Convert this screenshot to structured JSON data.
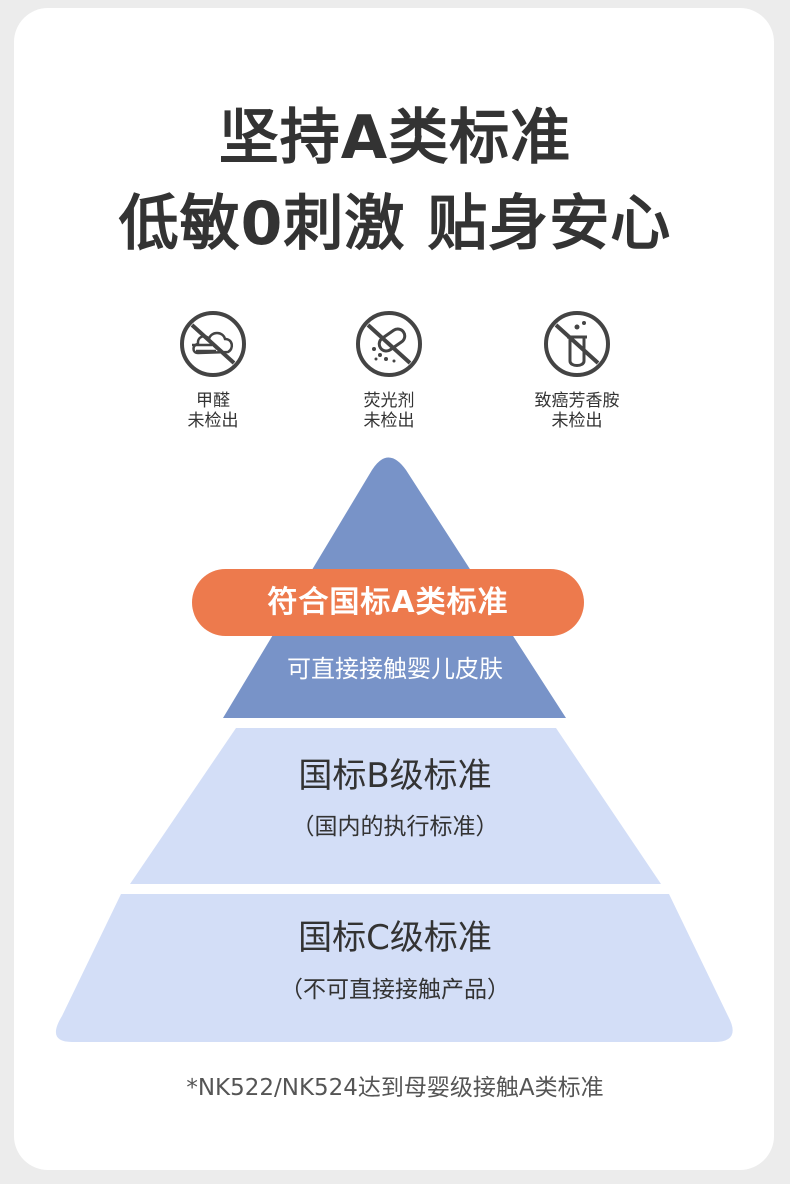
{
  "headline": {
    "line1": "坚持A类标准",
    "line2": "低敏0刺激 贴身安心"
  },
  "icons": [
    {
      "name": "no-formaldehyde-icon",
      "line1": "甲醛",
      "line2": "未检出"
    },
    {
      "name": "no-fluorescent-agent-icon",
      "line1": "荧光剂",
      "line2": "未检出"
    },
    {
      "name": "no-aromatic-amine-icon",
      "line1": "致癌芳香胺",
      "line2": "未检出"
    }
  ],
  "pyramid": {
    "top": {
      "badge": "符合国标A类标准",
      "subtitle": "可直接接触婴儿皮肤"
    },
    "middle": {
      "title": "国标B级标准",
      "subtitle": "（国内的执行标准）"
    },
    "bottom": {
      "title": "国标C级标准",
      "subtitle": "（不可直接接触产品）"
    }
  },
  "footnote": "*NK522/NK524达到母婴级接触A类标准",
  "colors": {
    "top_tier": "#7893c8",
    "lower_tiers": "#d3def7",
    "badge": "#ed7a4d",
    "text": "#333333",
    "icon_stroke": "#444444"
  }
}
